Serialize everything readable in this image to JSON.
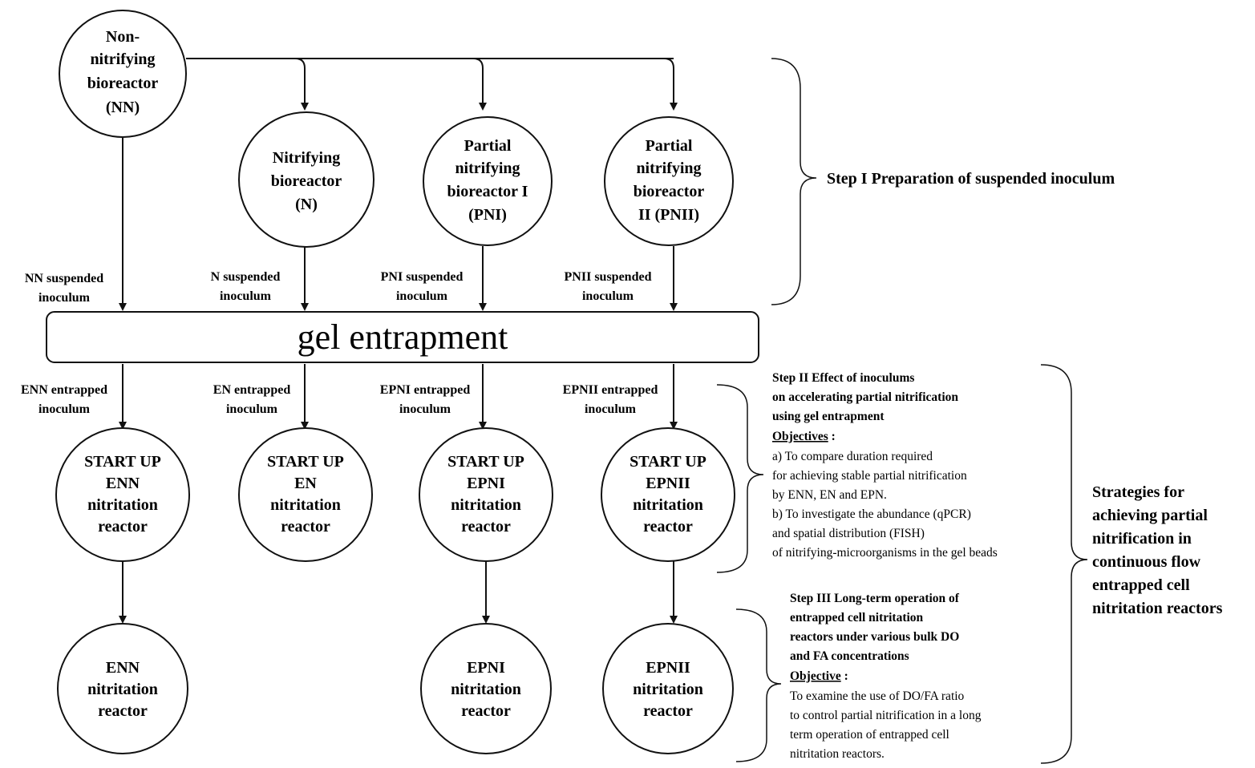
{
  "nodes": {
    "nn": [
      "Non-",
      "nitrifying",
      "bioreactor",
      "(NN)"
    ],
    "n": [
      "Nitrifying",
      "bioreactor",
      "(N)"
    ],
    "pni": [
      "Partial",
      "nitrifying",
      "bioreactor I",
      "(PNI)"
    ],
    "pnii": [
      "Partial",
      "nitrifying",
      "bioreactor",
      "II (PNII)"
    ],
    "start_enn": [
      "START UP",
      "ENN",
      "nitritation",
      "reactor"
    ],
    "start_en": [
      "START UP",
      "EN",
      "nitritation",
      "reactor"
    ],
    "start_epni": [
      "START UP",
      "EPNI",
      "nitritation",
      "reactor"
    ],
    "start_epnii": [
      "START UP",
      "EPNII",
      "nitritation",
      "reactor"
    ],
    "enn": [
      "ENN",
      "nitritation",
      "reactor"
    ],
    "epni": [
      "EPNI",
      "nitritation",
      "reactor"
    ],
    "epnii": [
      "EPNII",
      "nitritation",
      "reactor"
    ]
  },
  "flow_labels": {
    "nn_susp": [
      "NN suspended",
      "inoculum"
    ],
    "n_susp": [
      "N suspended",
      "inoculum"
    ],
    "pni_susp": [
      "PNI suspended",
      "inoculum"
    ],
    "pnii_susp": [
      "PNII suspended",
      "inoculum"
    ],
    "enn_ent": [
      "ENN entrapped",
      "inoculum"
    ],
    "en_ent": [
      "EN entrapped",
      "inoculum"
    ],
    "epni_ent": [
      "EPNI entrapped",
      "inoculum"
    ],
    "epnii_ent": [
      "EPNII entrapped",
      "inoculum"
    ]
  },
  "gel_entrapment": "gel entrapment",
  "step1": "Step I Preparation of suspended inoculum",
  "step2": {
    "title": [
      "Step II Effect of inoculums",
      "on accelerating partial nitrification",
      "using gel entrapment"
    ],
    "objectives_label": "Objectives",
    "colon": " :",
    "lines": [
      "a) To compare duration required",
      "for achieving stable partial nitrification",
      "by ENN, EN and EPN.",
      "b) To investigate the abundance (qPCR)",
      "and spatial distribution (FISH)",
      "of nitrifying-microorganisms in the gel beads"
    ]
  },
  "step3": {
    "title": [
      "Step III Long-term operation of",
      "entrapped cell nitritation",
      "reactors under various bulk DO",
      "and FA concentrations"
    ],
    "objective_label": "Objective",
    "colon": " :",
    "lines": [
      "To examine the use of DO/FA ratio",
      "to control partial nitrification in a long",
      "term operation of entrapped cell",
      "nitritation reactors."
    ]
  },
  "strategies": [
    "Strategies for",
    "achieving partial",
    "nitrification in",
    "continuous flow",
    "entrapped cell",
    "nitritation reactors"
  ]
}
